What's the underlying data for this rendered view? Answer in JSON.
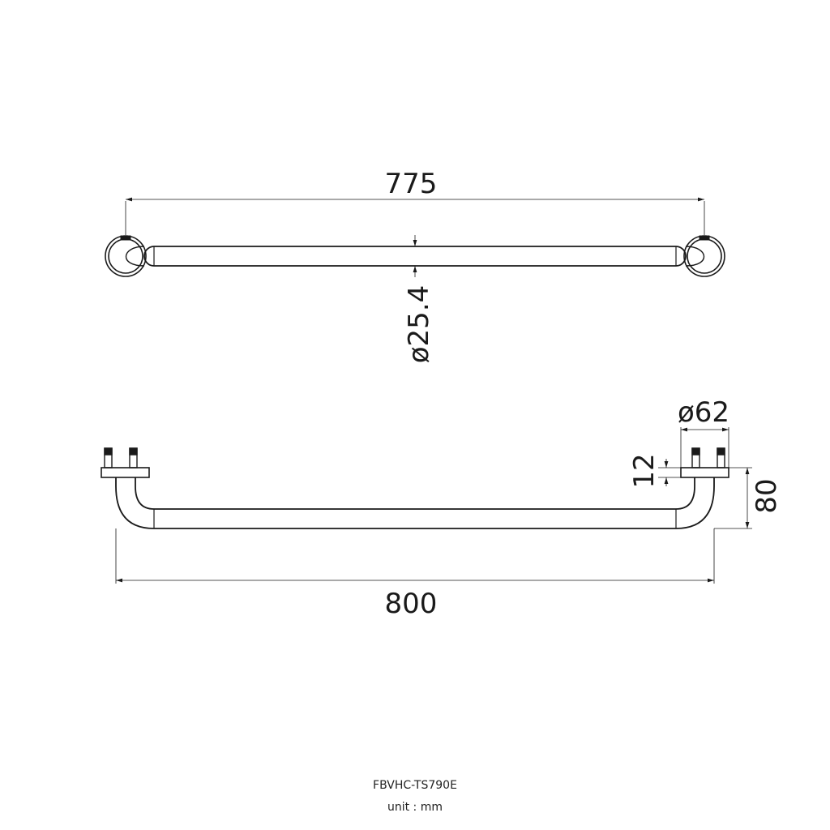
{
  "dimensions": {
    "top_length": "775",
    "tube_diameter": "ø25.4",
    "flange_diameter": "ø62",
    "flange_thickness": "12",
    "projection": "80",
    "total_length": "800"
  },
  "caption": {
    "model": "FBVHC-TS790E",
    "unit": "unit : mm"
  },
  "colors": {
    "line": "#1a1a1a",
    "background": "#ffffff"
  }
}
